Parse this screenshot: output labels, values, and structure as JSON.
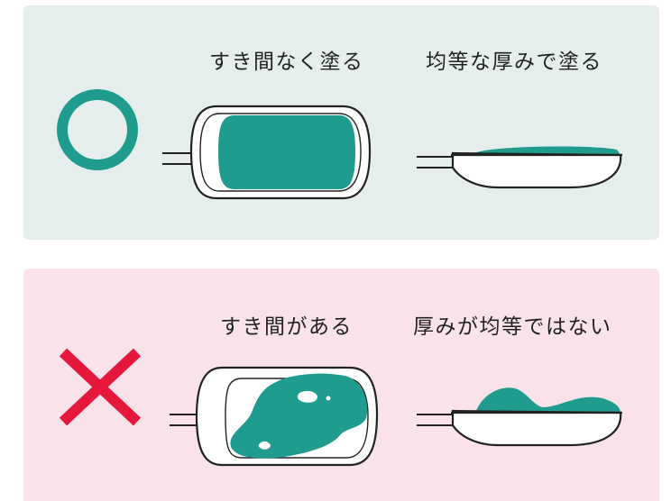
{
  "colors": {
    "teal": "#1f9c8d",
    "cross_red": "#e5173c",
    "good_bg": "#e5eeec",
    "bad_bg": "#f9e2ea",
    "outline": "#222222"
  },
  "good": {
    "mark_icon": "circle-icon",
    "label_coverage": "すき間なく塗る",
    "label_thickness": "均等な厚みで塗る"
  },
  "bad": {
    "mark_icon": "cross-icon",
    "label_coverage": "すき間がある",
    "label_thickness": "厚みが均等ではない"
  }
}
